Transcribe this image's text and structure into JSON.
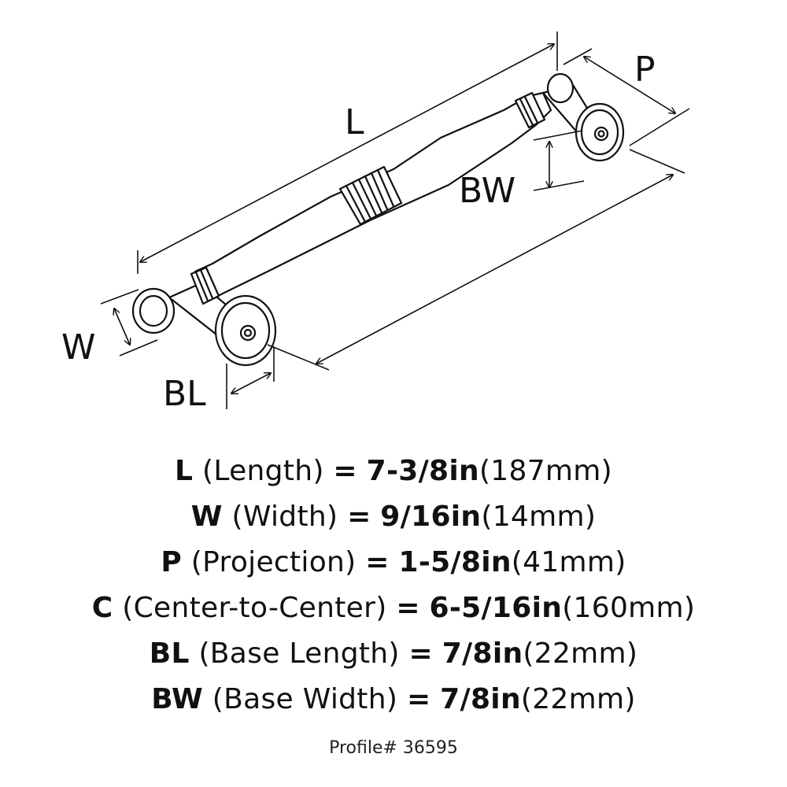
{
  "labels": {
    "L": "L",
    "P": "P",
    "BW": "BW",
    "W": "W",
    "BL": "BL"
  },
  "specs": [
    {
      "abbr": "L",
      "name": "(Length)",
      "eq": "=",
      "imperial": "7-3/8in",
      "metric": "(187mm)"
    },
    {
      "abbr": "W",
      "name": "(Width)",
      "eq": "=",
      "imperial": "9/16in",
      "metric": "(14mm)"
    },
    {
      "abbr": "P",
      "name": "(Projection)",
      "eq": "=",
      "imperial": "1-5/8in",
      "metric": "(41mm)"
    },
    {
      "abbr": "C",
      "name": "(Center-to-Center)",
      "eq": "=",
      "imperial": "6-5/16in",
      "metric": "(160mm)"
    },
    {
      "abbr": "BL",
      "name": "(Base Length)",
      "eq": "=",
      "imperial": "7/8in",
      "metric": "(22mm)"
    },
    {
      "abbr": "BW",
      "name": "(Base Width)",
      "eq": "=",
      "imperial": "7/8in",
      "metric": "(22mm)"
    }
  ],
  "profile": "Profile# 36595"
}
